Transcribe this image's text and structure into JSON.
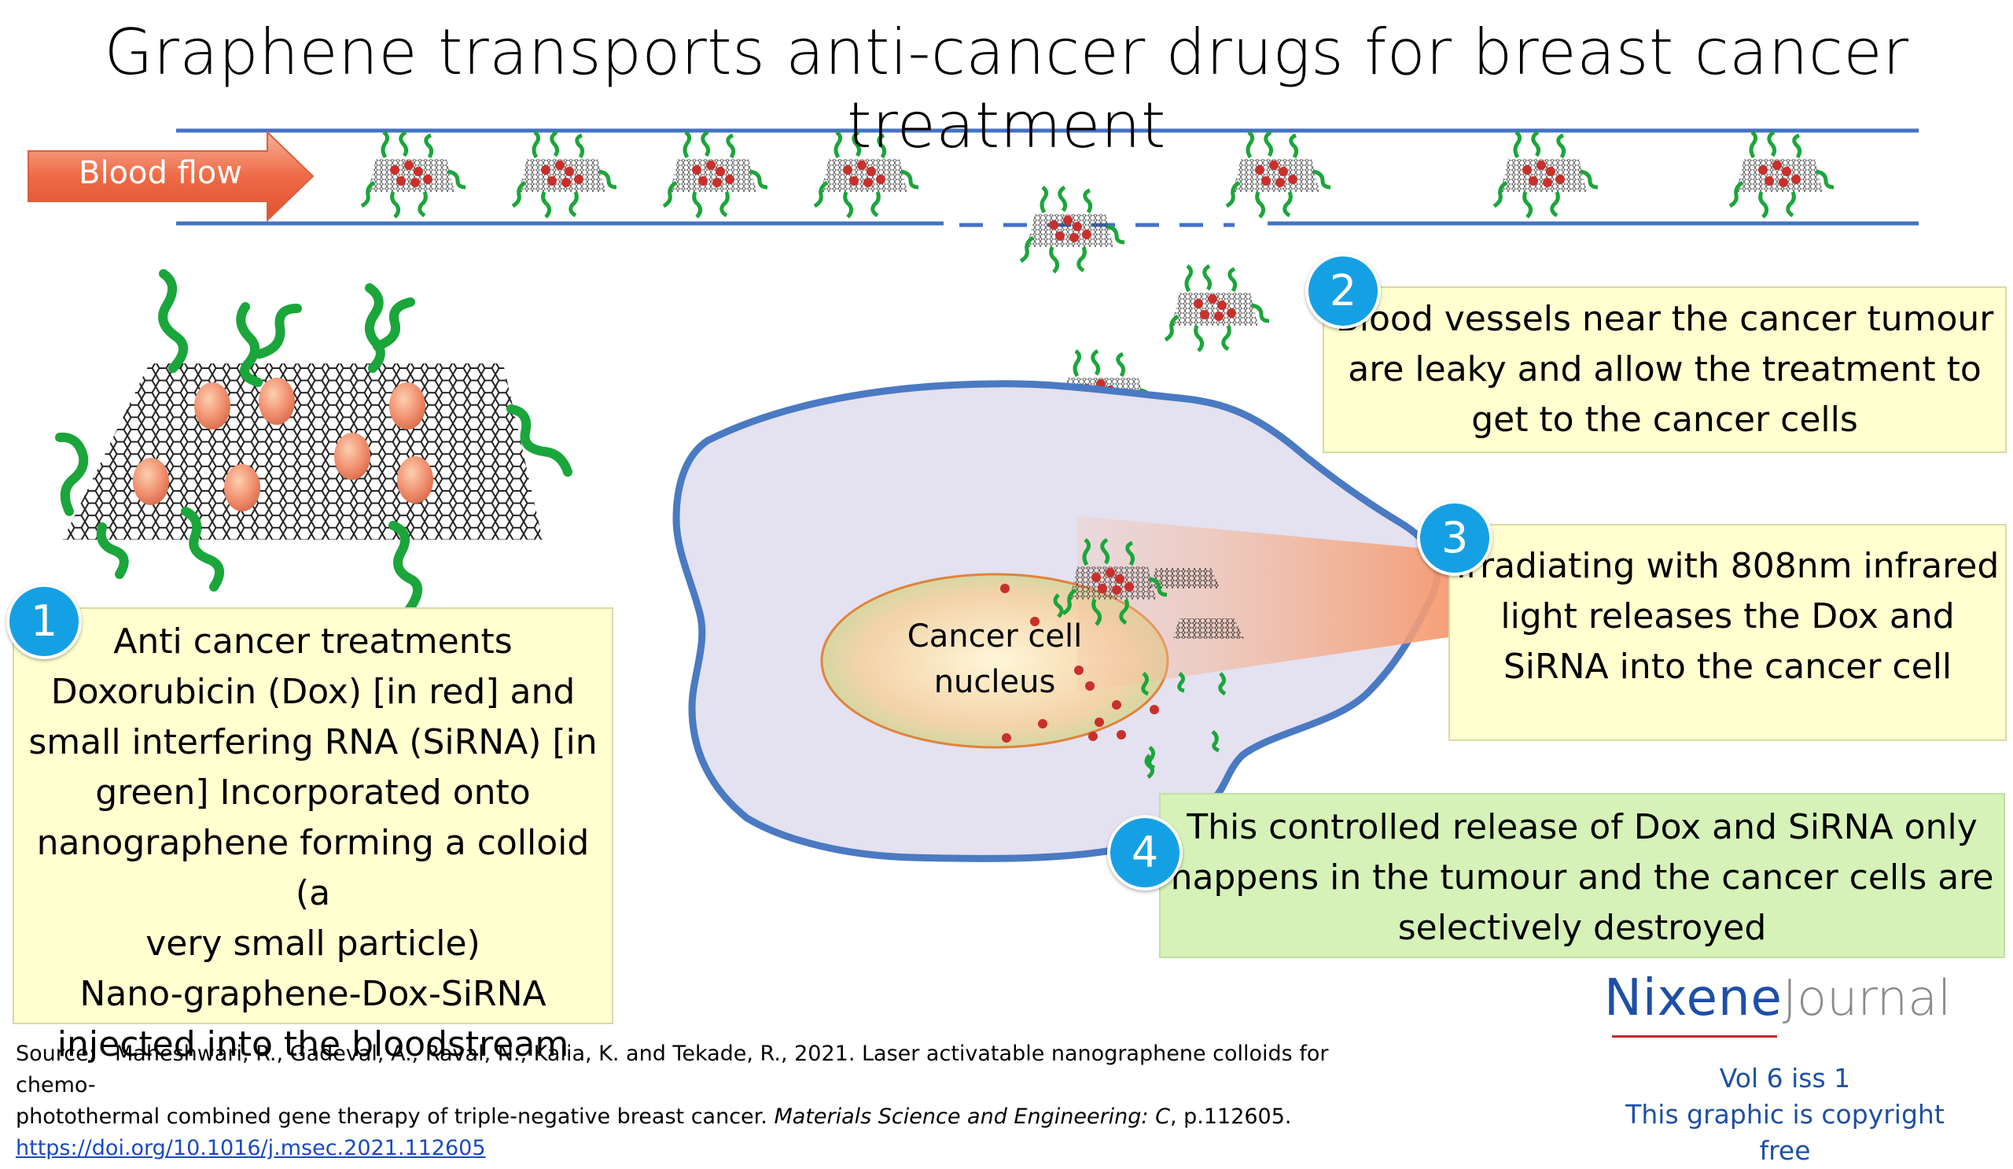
{
  "title": "Graphene transports anti-cancer drugs for breast cancer treatment",
  "blood_flow_label": "Blood flow",
  "nucleus_label": [
    "Cancer cell",
    "nucleus"
  ],
  "steps": [
    {
      "number": "1",
      "lines": [
        "Anti cancer treatments",
        "Doxorubicin (Dox) [in red] and",
        "small interfering RNA (SiRNA) [in",
        "green] Incorporated onto",
        "nanographene forming a colloid (a",
        "very small particle)",
        "Nano-graphene-Dox-SiRNA",
        "injected into the bloodstream"
      ]
    },
    {
      "number": "2",
      "lines": [
        "Blood vessels near the cancer tumour",
        "are leaky and allow the treatment to",
        "get to the cancer cells"
      ]
    },
    {
      "number": "3",
      "lines": [
        "Irradiating with 808nm infrared",
        "light releases the Dox and",
        "SiRNA into the cancer cell"
      ]
    },
    {
      "number": "4",
      "lines": [
        "This controlled release of Dox and SiRNA only",
        "happens in the tumour and the cancer cells are",
        "selectively destroyed"
      ]
    }
  ],
  "source": {
    "label": "Source:",
    "text_1": "Maheshwari, R., Gadeval, A., Raval, N., Kalia, K. and Tekade, R., 2021. Laser activatable nanographene colloids for chemo-",
    "text_2a": "photothermal combined gene therapy of triple-negative breast cancer. ",
    "journal": "Materials Science and Engineering: C",
    "text_2b": ", p.112605.",
    "doi": "https://doi.org/10.1016/j.msec.2021.112605"
  },
  "brand": {
    "name_a": "Nixene",
    "name_b": "Journal",
    "volume": "Vol 6 iss 1",
    "copyright": "This graphic is copyright free"
  },
  "colors": {
    "vessel": "#4472c4",
    "cell_fill": "#e4e1f0",
    "cell_border": "#4a7ac2",
    "dox": "#d23a34",
    "sirna": "#1aa63a",
    "badge": "#16a0e4",
    "step_box_yellow": "#ffffcf",
    "step_box_green": "#d6f2b8"
  }
}
